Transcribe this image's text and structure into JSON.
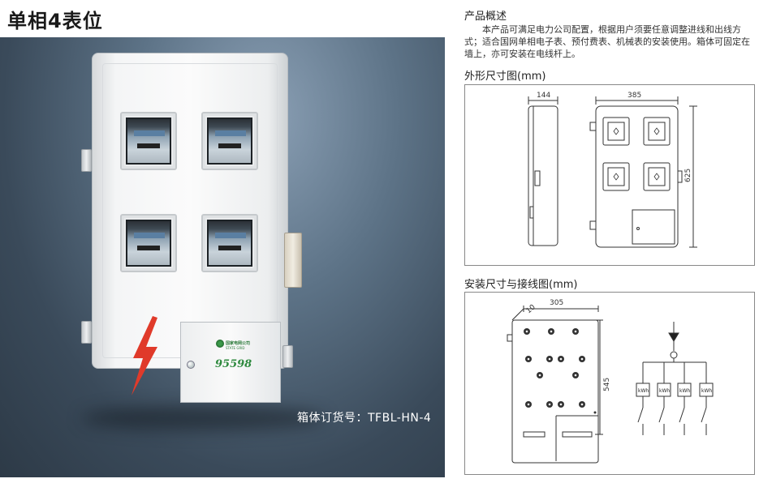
{
  "title": "单相4表位",
  "photo": {
    "caption": "箱体订货号：TFBL-HN-4"
  },
  "logo": {
    "company": "国家电网公司",
    "company_en": "STATE GRID",
    "hotline": "95598"
  },
  "overview": {
    "heading": "产品概述",
    "text": "本产品可满足电力公司配置，根据用户须要任意调整进线和出线方式；适合国网单相电子表、预付费表、机械表的安装使用。箱体可固定在墙上，亦可安装在电线杆上。"
  },
  "outline": {
    "heading": "外形尺寸图(mm)",
    "dim_depth": "144",
    "dim_width": "385",
    "dim_height": "625"
  },
  "install": {
    "heading": "安装尺寸与接线图(mm)",
    "dim_offset": "10",
    "dim_width": "305",
    "dim_height": "545",
    "kwh_label": "kWh"
  }
}
